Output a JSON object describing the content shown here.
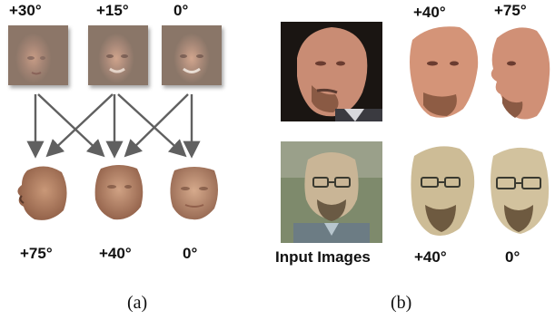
{
  "panel_a": {
    "top_labels": [
      "+30°",
      "+15°",
      "0°"
    ],
    "bottom_labels": [
      "+75°",
      "+40°",
      "0°"
    ],
    "caption": "(a)"
  },
  "panel_b": {
    "top_labels": [
      "+40°",
      "+75°"
    ],
    "bottom_labels": [
      "Input Images",
      "+40°",
      "0°"
    ],
    "caption": "(b)"
  },
  "colors": {
    "arrow": "#606060",
    "average_face_bg": "#8a7567",
    "skin": "#c89a7a",
    "text": "#111111"
  }
}
